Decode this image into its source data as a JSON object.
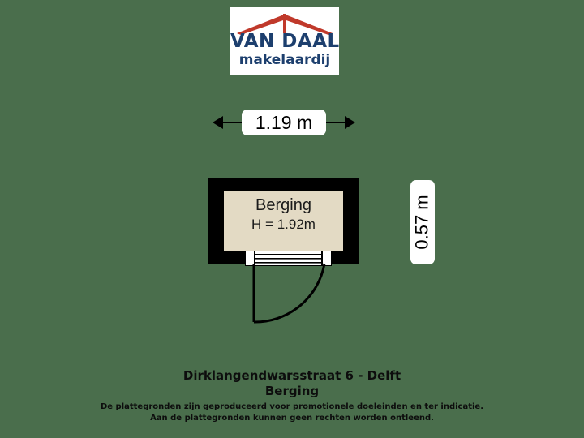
{
  "page": {
    "background_color": "#4a6e4c"
  },
  "logo": {
    "name": "VAN DAAL",
    "subtitle": "makelaardij",
    "roof_color": "#c0392b",
    "text_color": "#1d3f6e",
    "box_color": "#ffffff"
  },
  "dimensions": {
    "width_label": "1.19 m",
    "depth_label": "0.57 m"
  },
  "room": {
    "name": "Berging",
    "height_label": "H = 1.92m",
    "wall_color": "#000000",
    "floor_color": "#e3dac4"
  },
  "door": {
    "swing": "left-hinge-arc"
  },
  "footer": {
    "address": "Dirklangendwarsstraat 6 - Delft",
    "room": "Berging",
    "disclaimer_line1": "De plattegronden zijn geproduceerd voor promotionele doeleinden en ter indicatie.",
    "disclaimer_line2": "Aan de plattegronden kunnen geen rechten worden ontleend."
  }
}
